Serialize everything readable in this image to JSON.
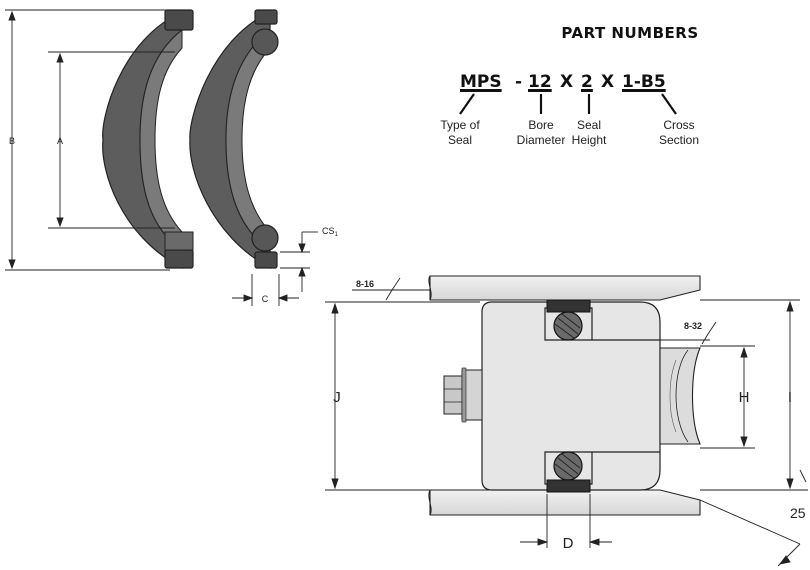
{
  "part_numbers": {
    "title": "PART NUMBERS",
    "code": {
      "type": "MPS",
      "sep1": "-",
      "bore": "12",
      "x1": "X",
      "height": "2",
      "x2": "X",
      "cross": "1-B5"
    },
    "labels": {
      "type": [
        "Type of",
        "Seal"
      ],
      "bore": [
        "Bore",
        "Diameter"
      ],
      "height": [
        "Seal",
        "Height"
      ],
      "cross": [
        "Cross",
        "Section"
      ]
    }
  },
  "seal_dimensions": {
    "b": "B",
    "a": "A",
    "c": "C",
    "cs": "CS",
    "cs_sub": "1"
  },
  "install_dimensions": {
    "j": "J",
    "h": "H",
    "i": "I",
    "d": "D",
    "finish_top": "8-16",
    "finish_rod": "8-32",
    "angle_partial": "25"
  },
  "colors": {
    "seal_fill": "#5f5f5f",
    "seal_dark": "#3a3a3a",
    "seal_light": "#8a8a8a",
    "metal_fill": "#e4e4e4",
    "line": "#111111"
  }
}
